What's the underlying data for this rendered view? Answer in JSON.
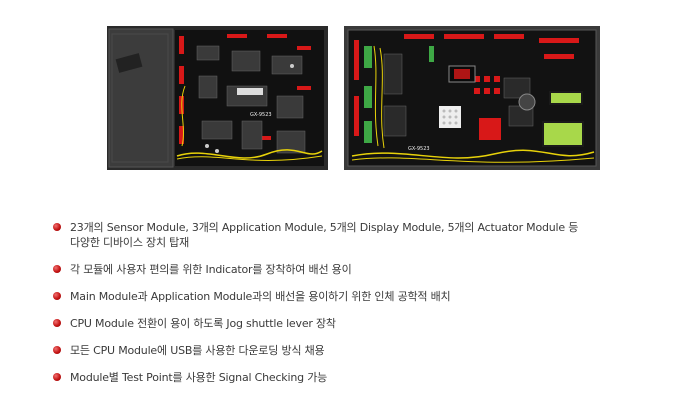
{
  "images": {
    "left": {
      "board_label": "GX-9523"
    },
    "right": {
      "board_label": "GX-9523"
    }
  },
  "features": [
    {
      "text": "23개의 Sensor Module, 3개의 Application Module, 5개의 Display Module, 5개의 Actuator Module 등",
      "text2": "다양한 디바이스 장치 탑재"
    },
    {
      "text": "각 모듈에 사용자 편의를 위한 Indicator를 장착하여 배선 용이"
    },
    {
      "text": "Main Module과 Application Module과의 배선을 용이하기 위한 인체 공학적 배치"
    },
    {
      "text": "CPU Module 전환이 용이 하도록 Jog shuttle lever 장착"
    },
    {
      "text": "모든 CPU Module에 USB를 사용한 다운로딩 방식 채용"
    },
    {
      "text": "Module별 Test Point를 사용한 Signal Checking 가능"
    }
  ],
  "colors": {
    "bullet": "#c41414",
    "text": "#3a3a3a",
    "case": "#1c1c1c",
    "wire": "#e8d20a",
    "connector": "#d81818",
    "lcd": "#a8d84a"
  }
}
